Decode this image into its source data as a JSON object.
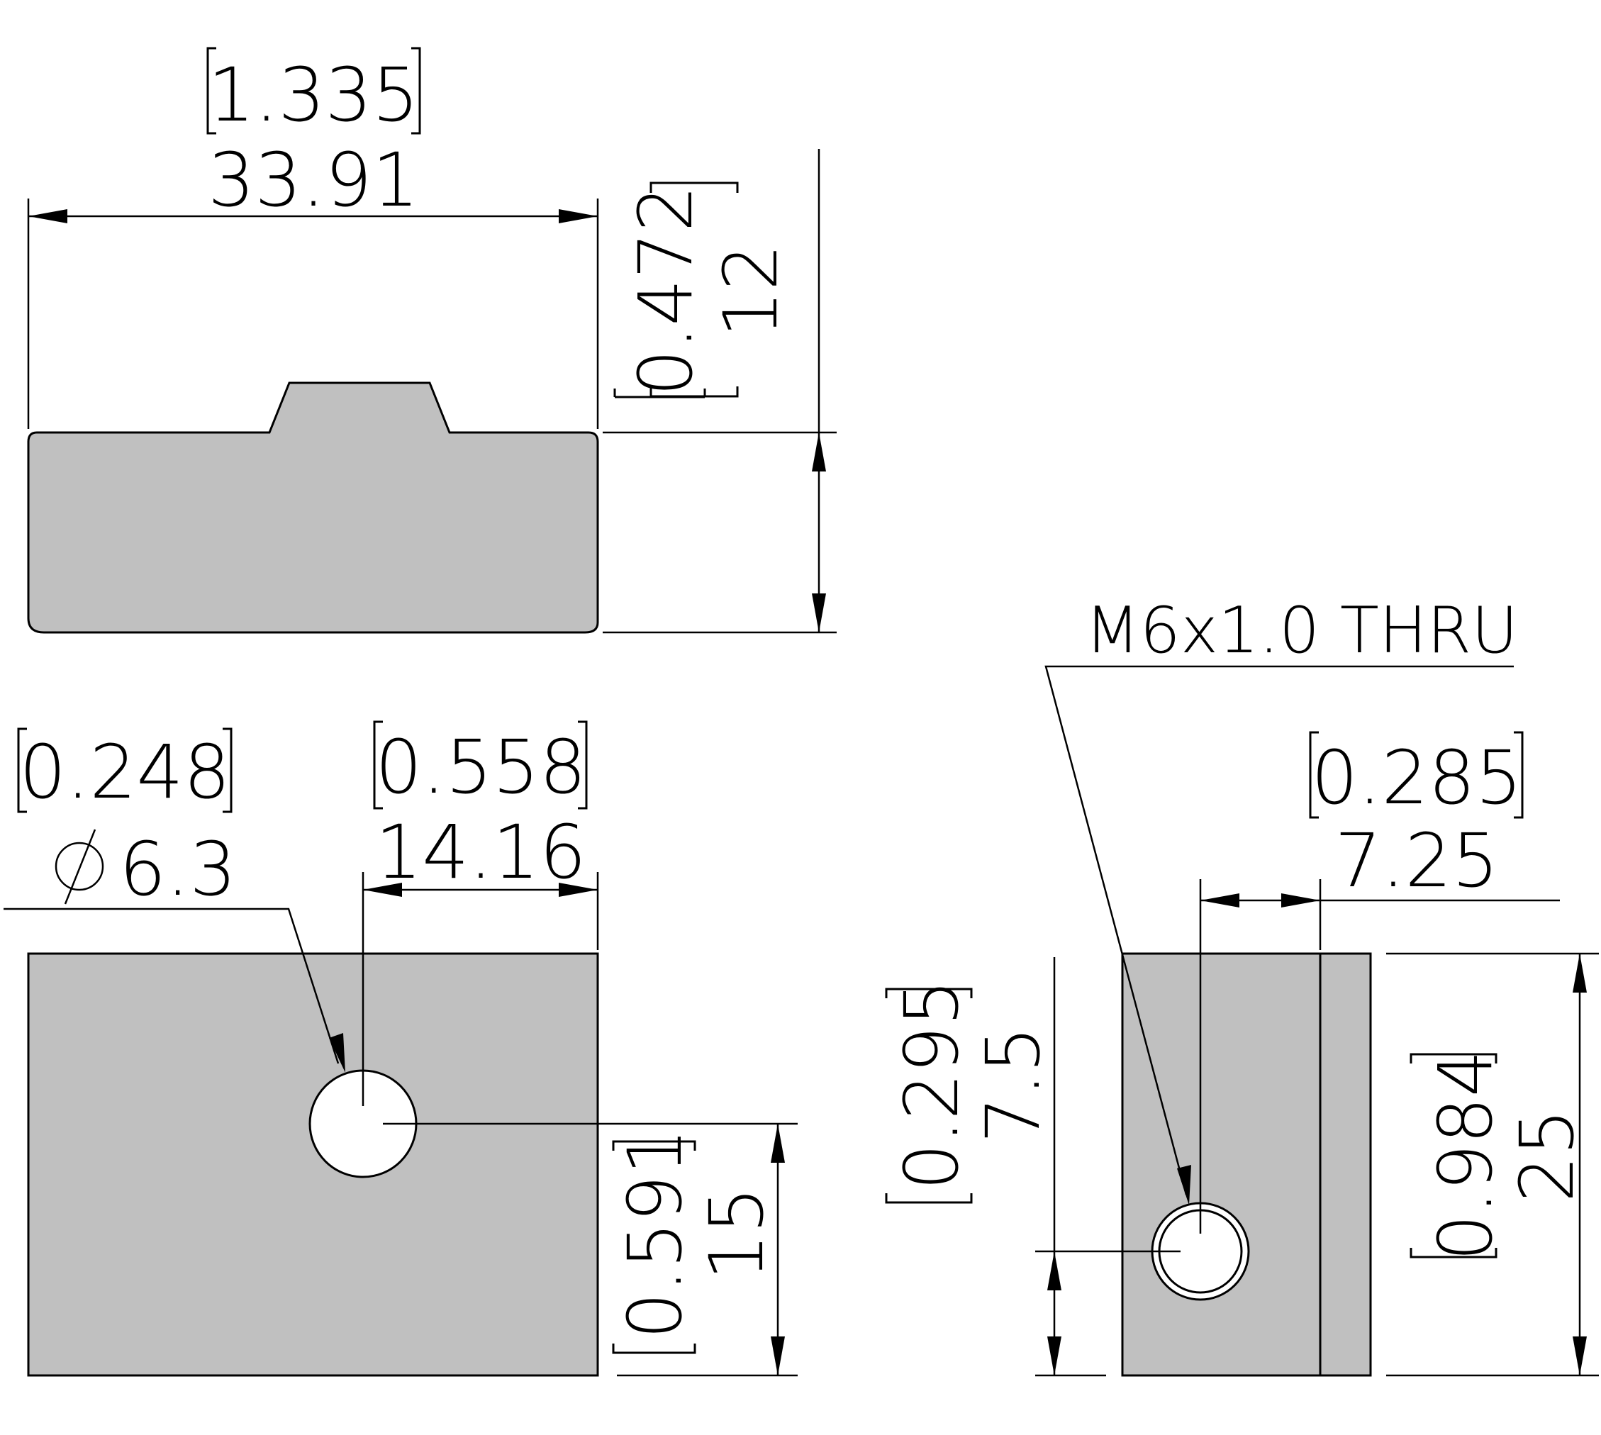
{
  "top_view": {
    "width_in": "1.335",
    "width_mm": "33.91",
    "height_in": "0.472",
    "height_mm": "12"
  },
  "front_view": {
    "hole_dia_in": "0.248",
    "hole_dia_mm": "6.3",
    "hole_dia_symbol": "⌀",
    "hole_x_in": "0.558",
    "hole_x_mm": "14.16",
    "hole_y_in": "0.591",
    "hole_y_mm": "15"
  },
  "side_view": {
    "thread_callout": "M6x1.0 THRU",
    "hole_x_in": "0.285",
    "hole_x_mm": "7.25",
    "hole_y_in": "0.295",
    "hole_y_mm": "7.5",
    "height_in": "0.984",
    "height_mm": "25"
  },
  "colors": {
    "part_fill": "#c0c0c0",
    "line": "#000000",
    "background": "#ffffff"
  }
}
